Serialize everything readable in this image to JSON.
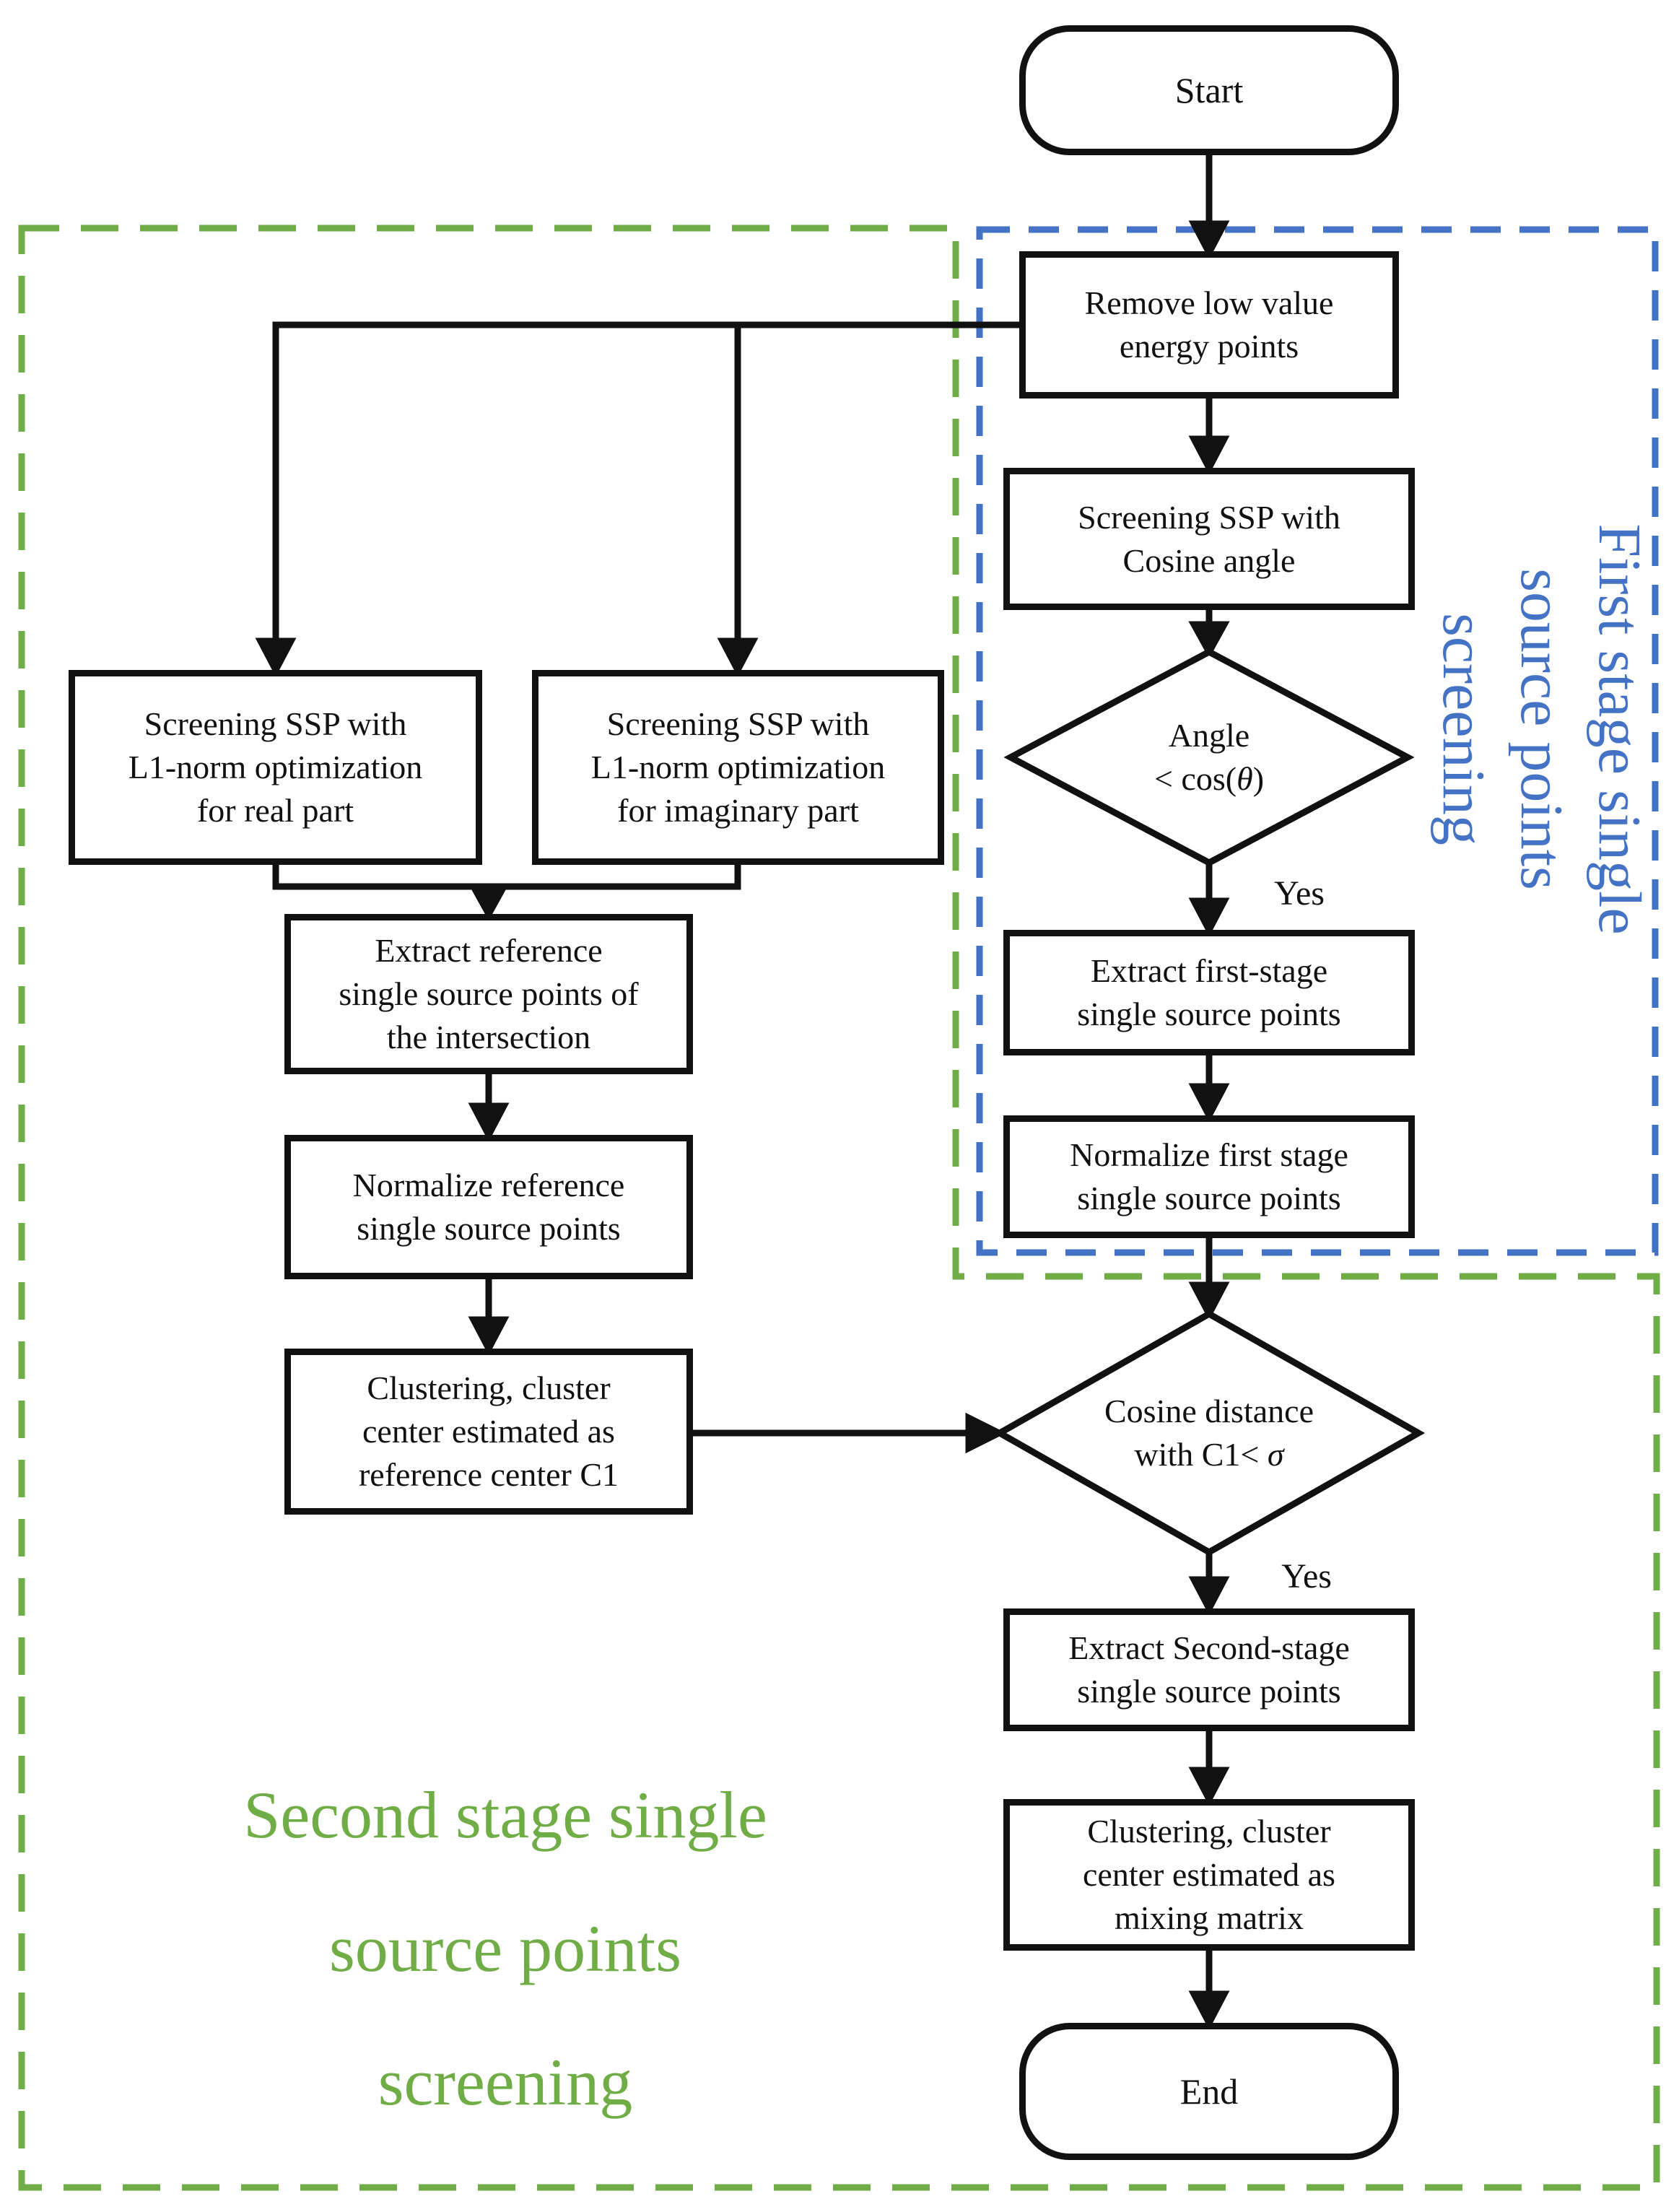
{
  "nodes": {
    "start": {
      "label": "Start"
    },
    "remove": {
      "lines": [
        "Remove low value",
        "energy points"
      ]
    },
    "cosine": {
      "lines": [
        "Screening SSP with",
        "Cosine angle"
      ]
    },
    "angle_decision": {
      "line1": "Angle",
      "line2_pre": "< cos(",
      "theta": "θ",
      "line2_post": ")"
    },
    "extract_first": {
      "lines": [
        "Extract first-stage",
        "single source points"
      ]
    },
    "normalize_first": {
      "lines": [
        "Normalize first stage",
        "single source points"
      ]
    },
    "l1_real": {
      "lines": [
        "Screening SSP with",
        "L1-norm optimization",
        "for real part"
      ]
    },
    "l1_imag": {
      "lines": [
        "Screening SSP with",
        "L1-norm optimization",
        "for imaginary part"
      ]
    },
    "extract_ref": {
      "lines": [
        "Extract reference",
        "single source points of",
        "the intersection"
      ]
    },
    "normalize_ref": {
      "lines": [
        "Normalize reference",
        "single source points"
      ]
    },
    "cluster_c1": {
      "lines": [
        "Clustering, cluster",
        "center estimated as",
        "reference center C1"
      ]
    },
    "cosine_decision": {
      "line1": "Cosine distance",
      "line2_pre": "with C1< ",
      "sigma": "σ"
    },
    "extract_second": {
      "lines": [
        "Extract Second-stage",
        "single source points"
      ]
    },
    "cluster_mix": {
      "lines": [
        "Clustering, cluster",
        "center estimated as",
        "mixing matrix"
      ]
    },
    "end": {
      "label": "End"
    }
  },
  "edge_labels": {
    "yes_angle": "Yes",
    "yes_cosine": "Yes"
  },
  "regions": {
    "first_stage": {
      "lines": [
        "First stage single",
        "source points",
        "screening"
      ],
      "color": "#4472C4"
    },
    "second_stage": {
      "lines": [
        "Second stage single",
        "source points",
        "screening"
      ],
      "color": "#70AD47"
    }
  }
}
